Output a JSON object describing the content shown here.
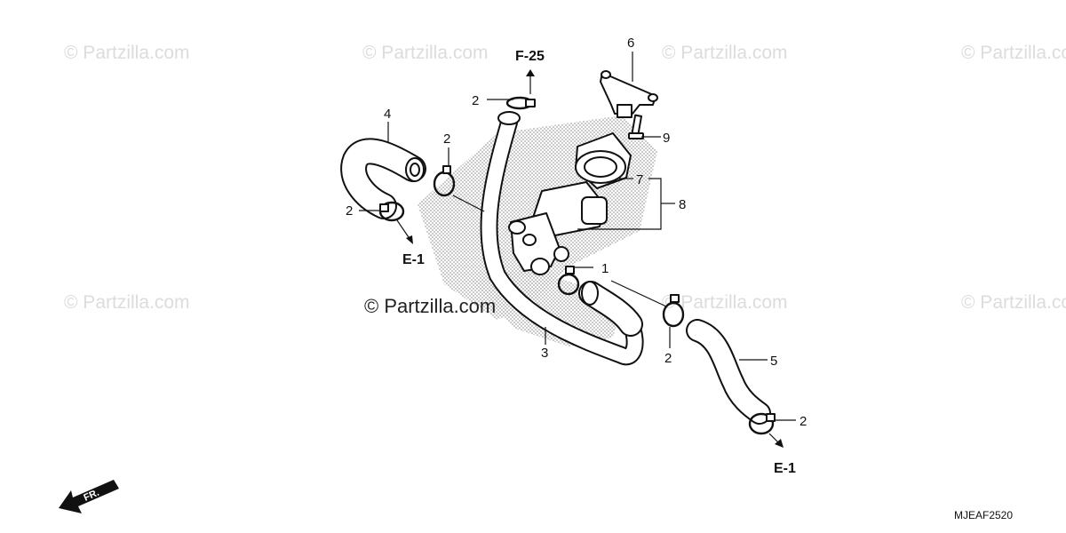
{
  "watermark": "© Partzilla.com",
  "callouts": {
    "c1": "1",
    "c2a": "2",
    "c2b": "2",
    "c2c": "2",
    "c2d": "2",
    "c2e": "2",
    "c3": "3",
    "c4": "4",
    "c5": "5",
    "c6": "6",
    "c7": "7",
    "c8": "8",
    "c9": "9"
  },
  "references": {
    "top": "F-25",
    "left": "E-1",
    "right": "E-1"
  },
  "front_marker": "FR.",
  "diagram_code": "MJEAF2520",
  "colors": {
    "ink": "#111111",
    "watermark": "#dcdcdc",
    "shading": "#b8b8b8"
  }
}
